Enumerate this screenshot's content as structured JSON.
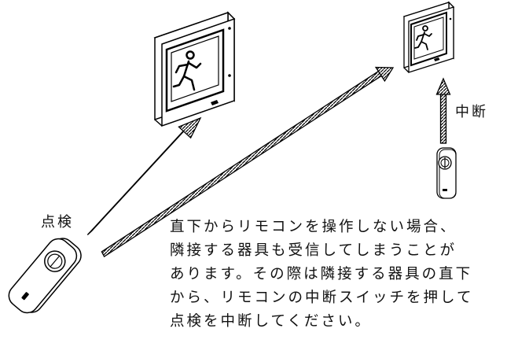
{
  "labels": {
    "inspect": "点検",
    "interrupt": "中断"
  },
  "note": {
    "lines": [
      "直下からリモコンを操作しない場合、",
      "隣接する器具も受信してしまうことが",
      "あります。その際は隣接する器具の直下",
      "から、リモコンの中断スイッチを押して",
      "点検を中断してください。"
    ]
  },
  "icons": {
    "large_fixture": "emergency-exit-sign",
    "small_fixture": "emergency-exit-sign",
    "handheld_remote": "remote-control",
    "small_remote": "remote-control"
  }
}
